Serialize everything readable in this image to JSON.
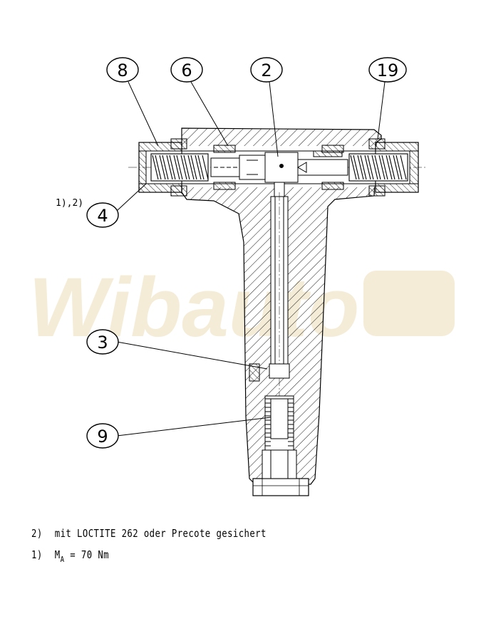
{
  "callouts": [
    {
      "id": "c8",
      "label": "8"
    },
    {
      "id": "c6",
      "label": "6"
    },
    {
      "id": "c2",
      "label": "2"
    },
    {
      "id": "c19",
      "label": "19"
    },
    {
      "id": "c4",
      "label": "4"
    },
    {
      "id": "c3",
      "label": "3"
    },
    {
      "id": "c9",
      "label": "9"
    }
  ],
  "callout_note": "1),2)",
  "watermark": "Wibauto",
  "notes": [
    {
      "num": "2)",
      "text": "mit LOCTITE 262 oder Precote gesichert"
    },
    {
      "num": "1)",
      "sym": "M",
      "sub": "A",
      "text": "= 70 Nm"
    }
  ],
  "colors": {
    "line": "#000000",
    "hatch": "#000000",
    "watermark": "#f3ead2"
  }
}
